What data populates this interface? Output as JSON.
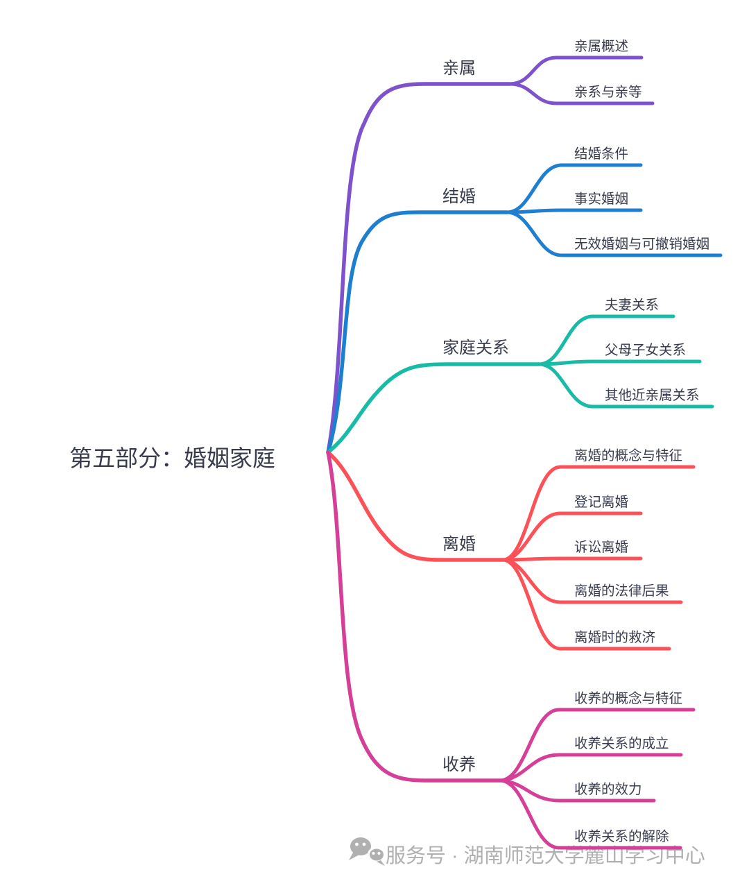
{
  "root": {
    "label": "第五部分：婚姻家庭"
  },
  "branches": [
    {
      "label": "亲属",
      "color": "#7e52cc",
      "children": [
        {
          "label": "亲属概述"
        },
        {
          "label": "亲系与亲等"
        }
      ]
    },
    {
      "label": "结婚",
      "color": "#1e7fd0",
      "children": [
        {
          "label": "结婚条件"
        },
        {
          "label": "事实婚姻"
        },
        {
          "label": "无效婚姻与可撤销婚姻"
        }
      ]
    },
    {
      "label": "家庭关系",
      "color": "#18bba6",
      "children": [
        {
          "label": "夫妻关系"
        },
        {
          "label": "父母子女关系"
        },
        {
          "label": "其他近亲属关系"
        }
      ]
    },
    {
      "label": "离婚",
      "color": "#fc5156",
      "children": [
        {
          "label": "离婚的概念与特征"
        },
        {
          "label": "登记离婚"
        },
        {
          "label": "诉讼离婚"
        },
        {
          "label": "离婚的法律后果"
        },
        {
          "label": "离婚时的救济"
        }
      ]
    },
    {
      "label": "收养",
      "color": "#d63f97",
      "children": [
        {
          "label": "收养的概念与特征"
        },
        {
          "label": "收养关系的成立"
        },
        {
          "label": "收养的效力"
        },
        {
          "label": "收养关系的解除"
        }
      ]
    }
  ],
  "theme": {
    "background": "#ffffff",
    "text_color": "#373b4d"
  },
  "watermark": {
    "icon": "wechat-icon",
    "text": "服务号 · 湖南师范大学麓山学习中心",
    "color": "#b0b0b0"
  }
}
